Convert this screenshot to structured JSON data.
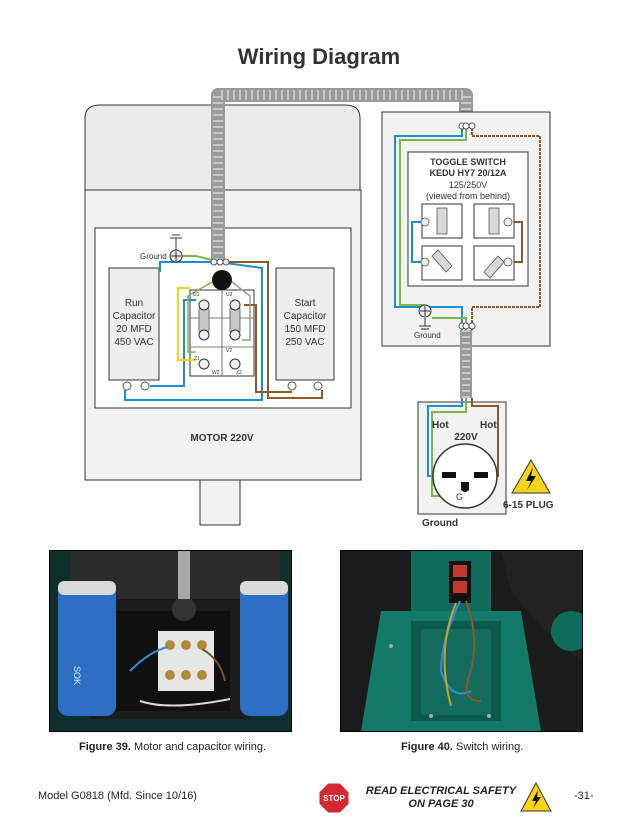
{
  "page_title": "Wiring Diagram",
  "diagram": {
    "ground_label": "Ground",
    "run_cap": [
      "Run",
      "Capacitor",
      "20 MFD",
      "450 VAC"
    ],
    "start_cap": [
      "Start",
      "Capacitor",
      "150 MFD",
      "250 VAC"
    ],
    "motor_label": "MOTOR 220V",
    "toggle_switch": [
      "TOGGLE SWITCH",
      "KEDU HY7 20/12A",
      "125/250V",
      "(viewed from behind)"
    ],
    "switch_ground_label": "Ground",
    "plug_hot_left": "Hot",
    "plug_hot_right": "Hot",
    "plug_voltage": "220V",
    "plug_g": "G",
    "plug_ground_label": "Ground",
    "plug_type": "6-15 PLUG",
    "terminal_labels": [
      "U1",
      "U2",
      "W2",
      "Z2",
      "V2",
      "Z1"
    ]
  },
  "figures": [
    {
      "number": "Figure 39.",
      "caption": "Motor and capacitor wiring."
    },
    {
      "number": "Figure 40.",
      "caption": "Switch wiring."
    }
  ],
  "photo_text": {
    "capacitor_brand": "SOK"
  },
  "footer": {
    "model": "Model G0818 (Mfd. Since 10/16)",
    "safety_line1": "READ ELECTRICAL SAFETY",
    "safety_line2": "ON PAGE 30",
    "stop_sign": "STOP",
    "page_number": "-31-"
  },
  "colors": {
    "blue_wire": "#1a8fd1",
    "brown_wire": "#8b5a2b",
    "green_wire": "#7ab648",
    "yellow_wire": "#f2d21b",
    "conduit": "#9a9a9a",
    "motor_body": "#f2f2f2",
    "stop_red": "#d7282f",
    "warning_yellow": "#f7d417"
  }
}
